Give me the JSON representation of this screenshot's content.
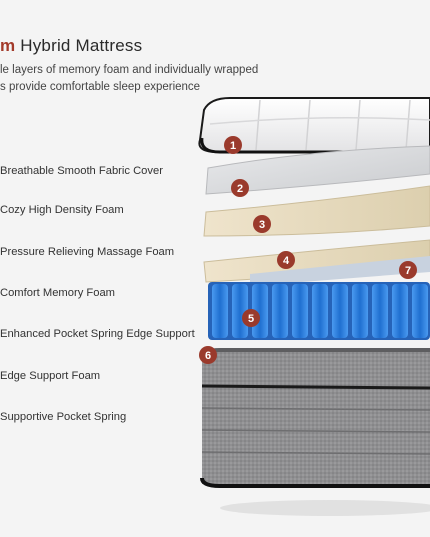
{
  "header": {
    "title_accent": "m",
    "title_rest": " Hybrid Mattress",
    "subtitle_line1": "le layers of memory foam and individually wrapped",
    "subtitle_line2": "s provide comfortable sleep experience"
  },
  "layers": [
    {
      "label": "Breathable Smooth Fabric Cover"
    },
    {
      "label": "Cozy High Density Foam"
    },
    {
      "label": "Pressure Relieving Massage Foam"
    },
    {
      "label": "Comfort Memory Foam"
    },
    {
      "label": "Enhanced Pocket Spring Edge Support"
    },
    {
      "label": "Edge Support Foam"
    },
    {
      "label": "Supportive Pocket Spring"
    }
  ],
  "badges": [
    "1",
    "2",
    "3",
    "4",
    "5",
    "6",
    "7"
  ],
  "colors": {
    "accent": "#a33a2a",
    "badge": "#9a3a2c",
    "spring_blue": "#2d7fd8",
    "foam_beige": "#e8dcc2",
    "base_gray": "#8e8e90"
  }
}
